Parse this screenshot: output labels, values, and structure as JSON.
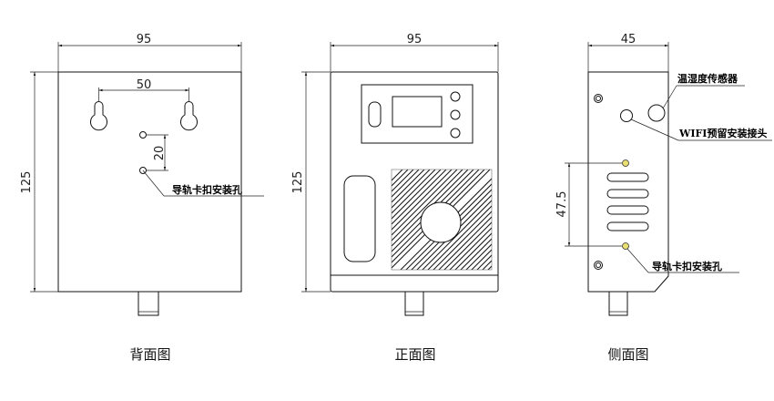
{
  "back_view": {
    "caption": "背面图",
    "dim_width": "95",
    "dim_height": "125",
    "dim_hole_spacing": "50",
    "dim_slot_spacing": "20",
    "label_rail_hole": "导轨卡扣安装孔"
  },
  "front_view": {
    "caption": "正面图",
    "dim_width": "95",
    "dim_height": "125"
  },
  "side_view": {
    "caption": "侧面图",
    "dim_depth": "45",
    "dim_slot_spacing": "47.5",
    "label_sensor": "温湿度传感器",
    "label_wifi": "WIFI预留安装接头",
    "label_rail_hole": "导轨卡扣安装孔"
  }
}
